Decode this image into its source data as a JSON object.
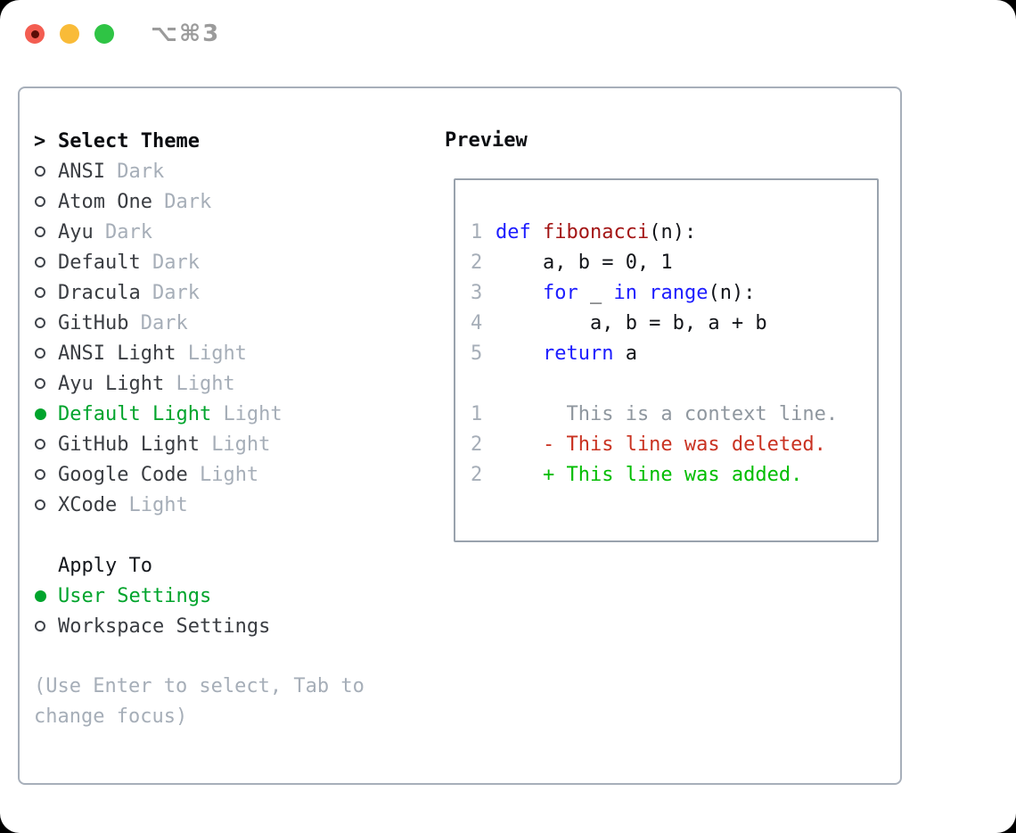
{
  "titlebar": {
    "shortcut": "⌥⌘3",
    "buttons": [
      "close",
      "minimize",
      "zoom"
    ]
  },
  "left": {
    "prompt": ">",
    "title": "Select Theme",
    "themes": [
      {
        "name": "ANSI",
        "variant": "Dark",
        "selected": false
      },
      {
        "name": "Atom One",
        "variant": "Dark",
        "selected": false
      },
      {
        "name": "Ayu",
        "variant": "Dark",
        "selected": false
      },
      {
        "name": "Default",
        "variant": "Dark",
        "selected": false
      },
      {
        "name": "Dracula",
        "variant": "Dark",
        "selected": false
      },
      {
        "name": "GitHub",
        "variant": "Dark",
        "selected": false
      },
      {
        "name": "ANSI Light",
        "variant": "Light",
        "selected": false
      },
      {
        "name": "Ayu Light",
        "variant": "Light",
        "selected": false
      },
      {
        "name": "Default Light",
        "variant": "Light",
        "selected": true
      },
      {
        "name": "GitHub Light",
        "variant": "Light",
        "selected": false
      },
      {
        "name": "Google Code",
        "variant": "Light",
        "selected": false
      },
      {
        "name": "XCode",
        "variant": "Light",
        "selected": false
      }
    ],
    "apply_title": "Apply To",
    "apply_options": [
      {
        "label": "User Settings",
        "selected": true
      },
      {
        "label": "Workspace Settings",
        "selected": false
      }
    ],
    "hint": "(Use Enter to select, Tab to change focus)"
  },
  "preview": {
    "title": "Preview",
    "lines": [
      {
        "num": "1",
        "segments": [
          {
            "t": "def",
            "c": "kw"
          },
          {
            "t": " ",
            "c": "plain"
          },
          {
            "t": "fibonacci",
            "c": "fn"
          },
          {
            "t": "(n):",
            "c": "plain"
          }
        ]
      },
      {
        "num": "2",
        "segments": [
          {
            "t": "    a, b = 0, 1",
            "c": "plain"
          }
        ]
      },
      {
        "num": "3",
        "segments": [
          {
            "t": "    ",
            "c": "plain"
          },
          {
            "t": "for",
            "c": "kw"
          },
          {
            "t": " _ ",
            "c": "plain"
          },
          {
            "t": "in",
            "c": "kw"
          },
          {
            "t": " ",
            "c": "plain"
          },
          {
            "t": "range",
            "c": "kw"
          },
          {
            "t": "(n):",
            "c": "plain"
          }
        ]
      },
      {
        "num": "4",
        "segments": [
          {
            "t": "        a, b = b, a + b",
            "c": "plain"
          }
        ]
      },
      {
        "num": "5",
        "segments": [
          {
            "t": "    ",
            "c": "plain"
          },
          {
            "t": "return",
            "c": "kw"
          },
          {
            "t": " a",
            "c": "plain"
          }
        ]
      },
      {
        "num": "",
        "segments": []
      },
      {
        "num": "1",
        "segments": [
          {
            "t": "      This is a context line.",
            "c": "ctx"
          }
        ]
      },
      {
        "num": "2",
        "segments": [
          {
            "t": "    - This line was deleted.",
            "c": "del"
          }
        ]
      },
      {
        "num": "2",
        "segments": [
          {
            "t": "    + This line was added.",
            "c": "add"
          }
        ]
      }
    ]
  },
  "colors": {
    "selected_green": "#00a42c",
    "added_green": "#00bd00",
    "deleted_red": "#c93221",
    "keyword_blue": "#1c1cff",
    "function_red": "#a31515",
    "muted_gray": "#a6aeb8",
    "context_gray": "#8f979f",
    "code_black": "#121419",
    "text_dark": "#3a3d42",
    "traffic_red": "#f35d51",
    "traffic_yellow": "#f9bb38",
    "traffic_green": "#2fc445"
  }
}
